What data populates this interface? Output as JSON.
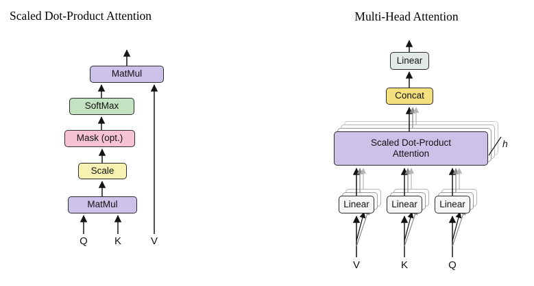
{
  "figure": {
    "colors": {
      "purple": "#ccc1e8",
      "green": "#c3e2c1",
      "pink": "#f5c2d6",
      "scale_yellow": "#f8f2b3",
      "concat_yellow": "#f4e07c",
      "linear_gray": "#e3e9e6",
      "linear_white": "#f6f6f6"
    },
    "left": {
      "title": "Scaled Dot-Product Attention",
      "matmul_top": "MatMul",
      "softmax": "SoftMax",
      "mask": "Mask (opt.)",
      "scale": "Scale",
      "matmul_bottom": "MatMul",
      "input_q": "Q",
      "input_k": "K",
      "input_v": "V"
    },
    "right": {
      "title": "Multi-Head Attention",
      "linear_out": "Linear",
      "concat": "Concat",
      "sdpa": "Scaled Dot-Product Attention",
      "linear_v": "Linear",
      "linear_k": "Linear",
      "linear_q": "Linear",
      "heads": "h",
      "input_v": "V",
      "input_k": "K",
      "input_q": "Q"
    }
  }
}
